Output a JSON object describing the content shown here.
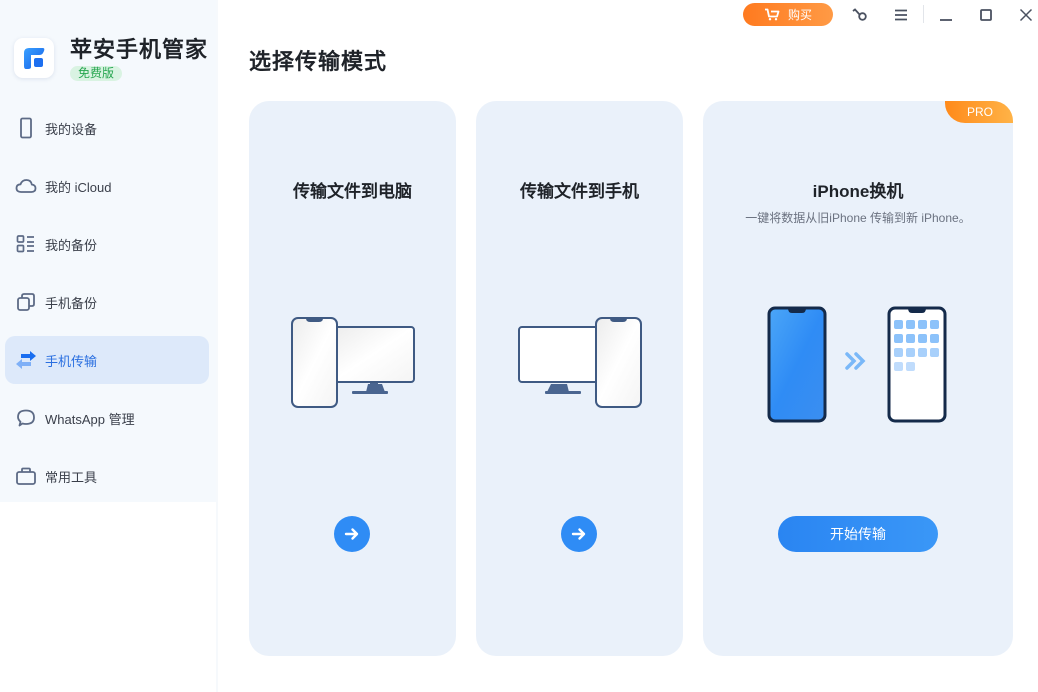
{
  "app": {
    "name": "苹安手机管家",
    "edition_badge": "免费版"
  },
  "titlebar": {
    "buy_label": "购买",
    "icons": [
      "cart-icon",
      "key-icon",
      "menu-icon",
      "minimize-icon",
      "maximize-icon",
      "close-icon"
    ]
  },
  "sidebar": {
    "items": [
      {
        "label": "我的设备",
        "icon": "phone-icon",
        "active": false
      },
      {
        "label": "我的 iCloud",
        "icon": "cloud-icon",
        "active": false
      },
      {
        "label": "我的备份",
        "icon": "list-icon",
        "active": false
      },
      {
        "label": "手机备份",
        "icon": "copy-icon",
        "active": false
      },
      {
        "label": "手机传输",
        "icon": "transfer-icon",
        "active": true
      },
      {
        "label": "WhatsApp 管理",
        "icon": "chat-bubble-icon",
        "active": false
      },
      {
        "label": "常用工具",
        "icon": "toolbox-icon",
        "active": false
      }
    ]
  },
  "main": {
    "title": "选择传输模式",
    "cards": [
      {
        "title": "传输文件到电脑",
        "action": "arrow-right"
      },
      {
        "title": "传输文件到手机",
        "action": "arrow-right"
      },
      {
        "title": "iPhone换机",
        "description": "一键将数据从旧iPhone 传输到新 iPhone。",
        "badge": "PRO",
        "button_label": "开始传输"
      }
    ]
  },
  "colors": {
    "accent": "#2f8cf5",
    "active_nav_bg": "#dde9fa",
    "card_bg": "#eaf1fa",
    "buy_orange": "#ff8a2a",
    "free_badge_green": "#27a650"
  }
}
